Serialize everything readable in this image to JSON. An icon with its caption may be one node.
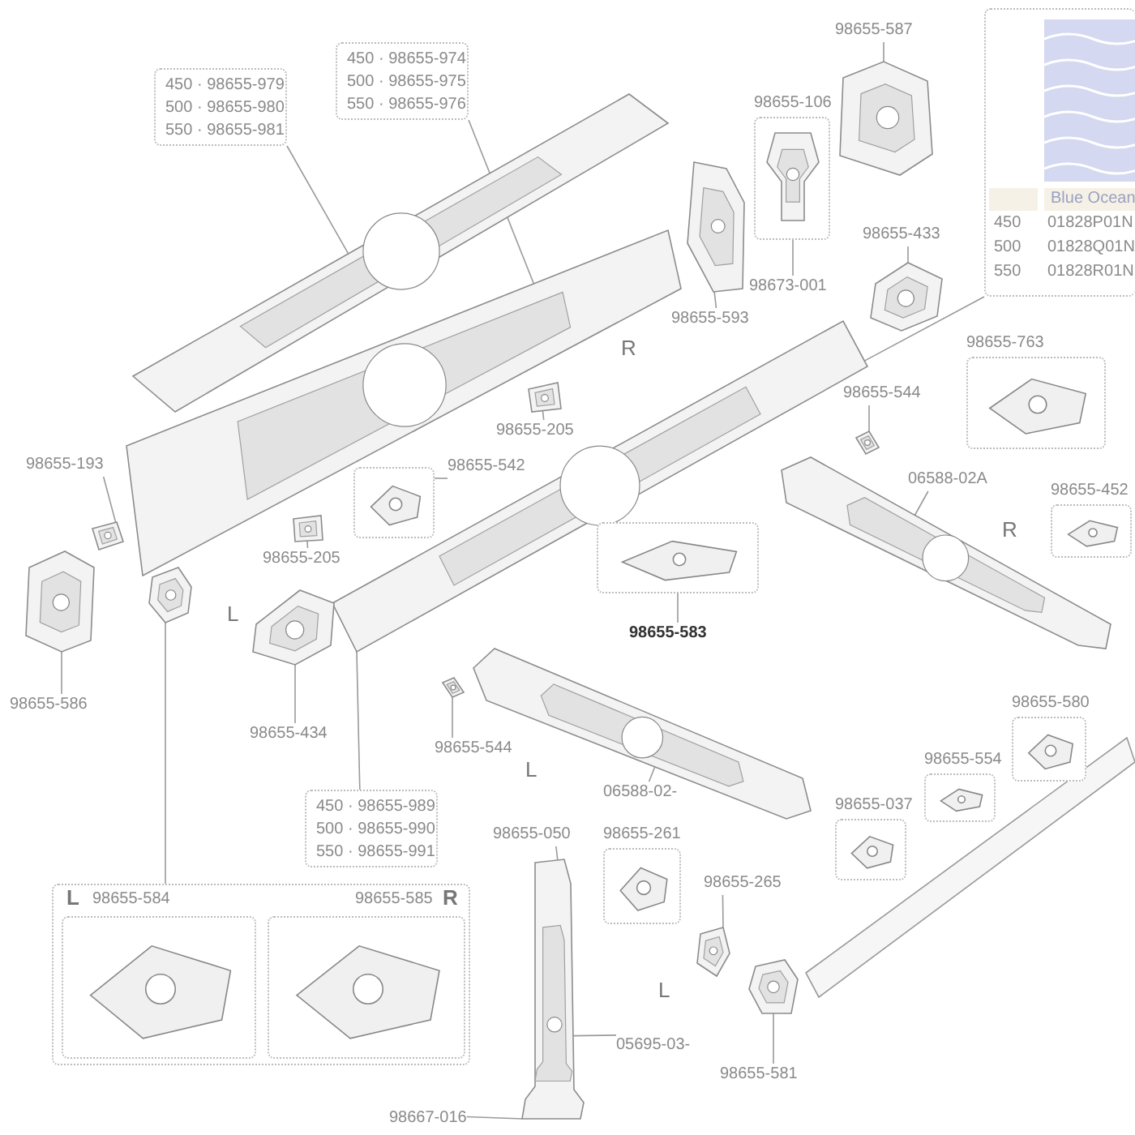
{
  "diagram": {
    "nodes": [
      {
        "text": [
          "450 · 98655-979",
          "500 · 98655-980",
          "550 · 98655-981"
        ]
      },
      {
        "text": [],
        "shape": "picture"
      },
      {
        "text": [
          "450 · 98655-974",
          "500 · 98655-975",
          "550 · 98655-976"
        ]
      },
      {
        "text": [],
        "shape": "picture"
      },
      {
        "text": [
          "98655-587"
        ]
      },
      {
        "text": [],
        "shape": "picture"
      },
      {
        "text": [
          "98655-106"
        ]
      },
      {
        "text": [],
        "shape": "picture",
        "in": 6
      },
      {
        "text": [
          "98673-001"
        ]
      },
      {
        "text": [],
        "shape": "picture"
      },
      {
        "text": [
          "98655-593"
        ]
      },
      {
        "text": [
          "98655-433"
        ]
      },
      {
        "text": [],
        "shape": "picture"
      },
      {
        "text": [
          "Blue Ocean",
          "450",
          "01828P01N",
          "500",
          "01828Q01N",
          "550",
          "01828R01N"
        ]
      },
      {
        "text": [],
        "shape": "picture"
      },
      {
        "text": [
          "98655-763"
        ]
      },
      {
        "text": [
          "98655-544"
        ]
      },
      {
        "text": [],
        "shape": "picture"
      },
      {
        "text": [
          "06588-02A"
        ]
      },
      {
        "text": [],
        "shape": "picture"
      },
      {
        "text": [
          "98655-452"
        ]
      },
      {
        "text": [],
        "shape": "box"
      },
      {
        "text": [
          "98655-583"
        ]
      },
      {
        "text": [
          "98655-193"
        ]
      },
      {
        "text": [],
        "shape": "picture"
      },
      {
        "text": [],
        "shape": "picture"
      },
      {
        "text": [
          "98655-586"
        ]
      },
      {
        "text": [
          "98655-205"
        ]
      },
      {
        "text": [],
        "shape": "picture"
      },
      {
        "text": [],
        "shape": "box"
      },
      {
        "text": [
          "98655-542"
        ]
      },
      {
        "text": [],
        "shape": "picture"
      },
      {
        "text": [
          "98655-205"
        ]
      },
      {
        "text": [],
        "shape": "picture"
      },
      {
        "text": [],
        "shape": "picture"
      },
      {
        "text": [
          "98655-434"
        ]
      },
      {
        "text": [],
        "shape": "picture"
      },
      {
        "text": [
          "98655-544"
        ]
      },
      {
        "text": [],
        "shape": "picture"
      },
      {
        "text": [
          "06588-02-"
        ]
      },
      {
        "text": [
          "98655-580"
        ]
      },
      {
        "text": [
          "98655-554"
        ]
      },
      {
        "text": [
          "450 · 98655-989",
          "500 · 98655-990",
          "550 · 98655-991"
        ]
      },
      {
        "text": [
          "98655-037"
        ]
      },
      {
        "text": [
          "L",
          "98655-584",
          "98655-585",
          "R"
        ]
      },
      {
        "text": [],
        "shape": "box",
        "in": 44
      },
      {
        "text": [],
        "shape": "box",
        "in": 44
      },
      {
        "text": [
          "98655-050"
        ]
      },
      {
        "text": [],
        "shape": "picture"
      },
      {
        "text": [
          "98655-261"
        ]
      },
      {
        "text": [
          "98655-265"
        ]
      },
      {
        "text": [],
        "shape": "picture"
      },
      {
        "text": [
          "05695-03-"
        ]
      },
      {
        "text": [],
        "shape": "picture"
      },
      {
        "text": [
          "98655-581"
        ]
      },
      {
        "text": [
          "98667-016"
        ]
      }
    ],
    "edges": [
      {
        "from": 0,
        "to": 1,
        "arrow": "none"
      },
      {
        "from": 2,
        "to": 3,
        "arrow": "none"
      },
      {
        "from": 4,
        "to": 5,
        "arrow": "none"
      },
      {
        "from": 8,
        "to": 7,
        "arrow": "none"
      },
      {
        "from": 10,
        "to": 9,
        "arrow": "none"
      },
      {
        "from": 11,
        "to": 12,
        "arrow": "none"
      },
      {
        "from": 13,
        "to": 14,
        "arrow": "none"
      },
      {
        "from": 16,
        "to": 17,
        "arrow": "none"
      },
      {
        "from": 18,
        "to": 19,
        "arrow": "none"
      },
      {
        "from": 22,
        "to": 21,
        "arrow": "none"
      },
      {
        "from": 23,
        "to": 24,
        "arrow": "none"
      },
      {
        "from": 26,
        "to": 25,
        "arrow": "none"
      },
      {
        "from": 27,
        "to": 28,
        "arrow": "none"
      },
      {
        "from": 30,
        "to": 29,
        "arrow": "none"
      },
      {
        "from": 32,
        "to": 31,
        "arrow": "none"
      },
      {
        "from": 44,
        "to": 33,
        "arrow": "none"
      },
      {
        "from": 35,
        "to": 34,
        "arrow": "none"
      },
      {
        "from": 37,
        "to": 36,
        "arrow": "none"
      },
      {
        "from": 39,
        "to": 38,
        "arrow": "none"
      },
      {
        "from": 42,
        "to": 14,
        "arrow": "none"
      },
      {
        "from": 47,
        "to": 48,
        "arrow": "none"
      },
      {
        "from": 52,
        "to": 48,
        "arrow": "none"
      },
      {
        "from": 55,
        "to": 48,
        "arrow": "none"
      },
      {
        "from": 50,
        "to": 51,
        "arrow": "none"
      },
      {
        "from": 54,
        "to": 53,
        "arrow": "none"
      }
    ],
    "labels": [
      "R",
      "R",
      "L",
      "L",
      "L"
    ]
  }
}
